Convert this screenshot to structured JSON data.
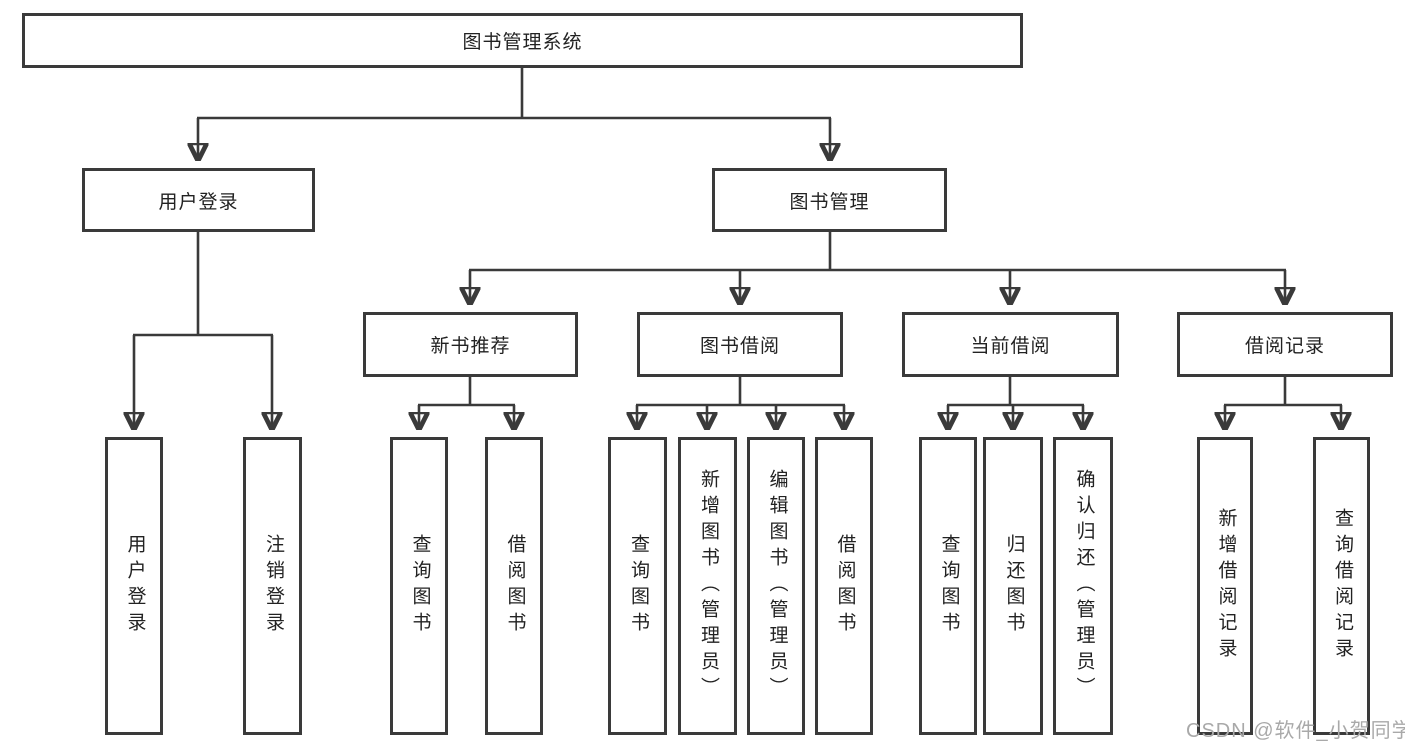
{
  "diagram": {
    "root": {
      "label": "图书管理系统"
    },
    "level2": {
      "user_login": {
        "label": "用户登录"
      },
      "book_mgmt": {
        "label": "图书管理"
      }
    },
    "level3": {
      "new_books": {
        "label": "新书推荐"
      },
      "borrowing": {
        "label": "图书借阅"
      },
      "current": {
        "label": "当前借阅"
      },
      "records": {
        "label": "借阅记录"
      }
    },
    "leaves": {
      "user_login": [
        "用户登录",
        "注销登录"
      ],
      "new_books": [
        "查询图书",
        "借阅图书"
      ],
      "borrowing": [
        "查询图书",
        "新增图书（管理员）",
        "编辑图书（管理员）",
        "借阅图书"
      ],
      "current": [
        "查询图书",
        "归还图书",
        "确认归还（管理员）"
      ],
      "records": [
        "新增借阅记录",
        "查询借阅记录"
      ]
    },
    "watermark": "CSDN @软件_小贺同学",
    "colors": {
      "border": "#3a3a3a",
      "line": "#3a3a3a",
      "text": "#222222",
      "watermark": "#a9a9a9",
      "background": "#ffffff"
    }
  }
}
